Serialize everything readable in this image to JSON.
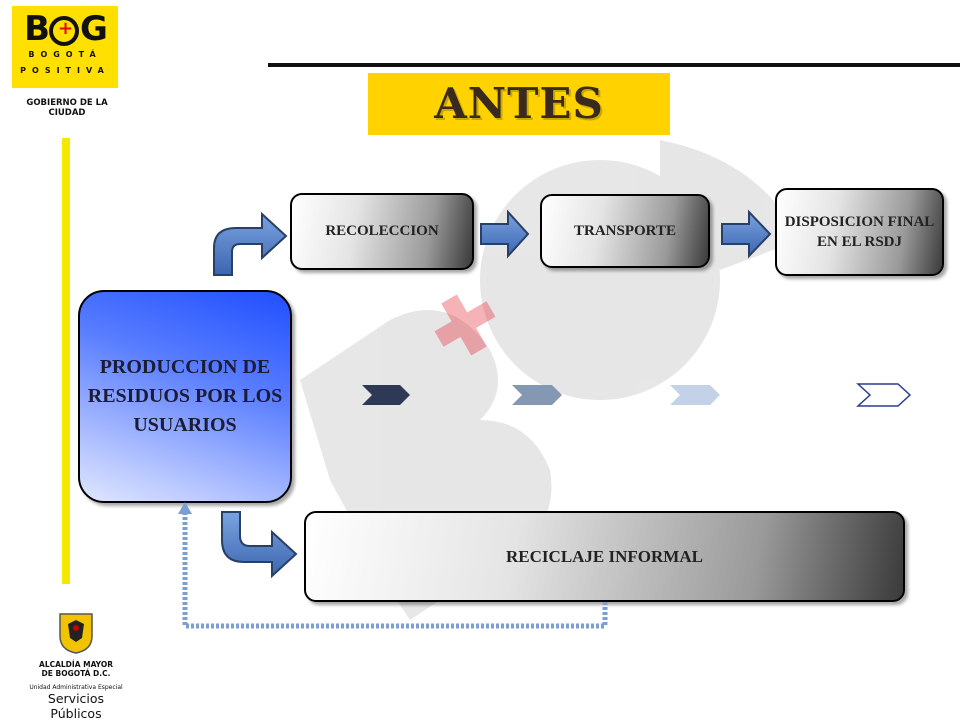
{
  "header": {
    "logo_text": "BOG",
    "logo_line1": "BOGOTÁ",
    "logo_line2": "POSITIVA",
    "logo_sub": "GOBIERNO DE LA CIUDAD",
    "title": "ANTES"
  },
  "diagram": {
    "produccion": "PRODUCCION DE RESIDUOS POR LOS USUARIOS",
    "recoleccion": "RECOLECCION",
    "transporte": "TRANSPORTE",
    "disposicion": "DISPOSICION FINAL EN EL RSDJ",
    "reciclaje": "RECICLAJE INFORMAL"
  },
  "footer": {
    "line1": "ALCALDÍA MAYOR",
    "line2": "DE BOGOTÁ D.C.",
    "line3": "Unidad Administrativa Especial",
    "line4": "Servicios Públicos"
  },
  "colors": {
    "accent_yellow": "#ffd200",
    "blue_arrow": "#4a78bf",
    "prod_box": "#2f5cff"
  }
}
